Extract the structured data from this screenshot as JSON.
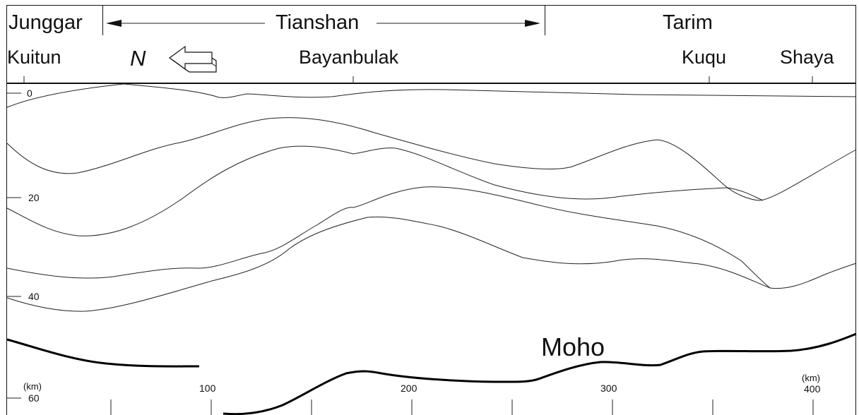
{
  "header": {
    "regions": {
      "junggar": "Junggar",
      "tianshan": "Tianshan",
      "tarim": "Tarim"
    },
    "places": {
      "kuitun": "Kuitun",
      "bayanbulak": "Bayanbulak",
      "kuqu": "Kuqu",
      "shaya": "Shaya"
    },
    "north": {
      "label": "N",
      "icon": "left-arrow-icon"
    }
  },
  "profile": {
    "depth_ticks": [
      "0",
      "20",
      "40",
      "60"
    ],
    "depth_unit": "(km)",
    "distance_ticks": [
      "100",
      "200",
      "300",
      "400"
    ],
    "distance_unit": "(km)",
    "moho_label": "Moho"
  },
  "colors": {
    "ink": "#111111",
    "background": "#ffffff"
  }
}
